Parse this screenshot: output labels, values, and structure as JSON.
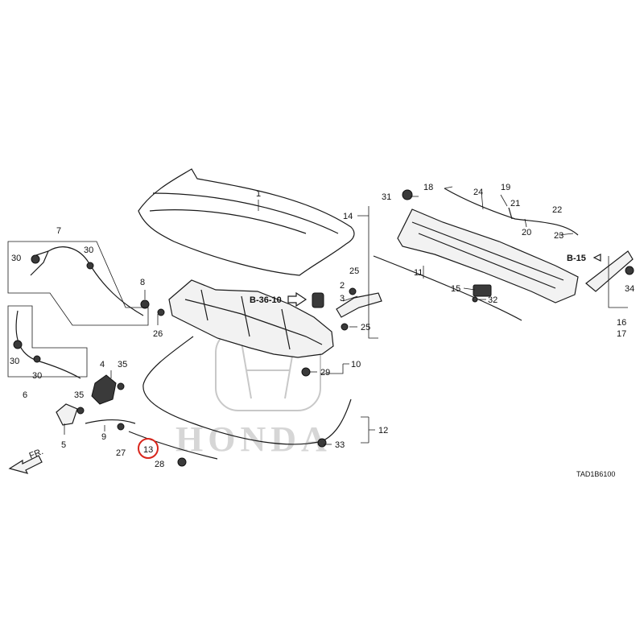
{
  "callouts": {
    "c1": "1",
    "c2": "2",
    "c3": "3",
    "c4": "4",
    "c5": "5",
    "c6": "6",
    "c7": "7",
    "c8": "8",
    "c9": "9",
    "c10": "10",
    "c11": "11",
    "c12": "12",
    "c13": "13",
    "c14": "14",
    "c15": "15",
    "c16": "16",
    "c17": "17",
    "c18": "18",
    "c19": "19",
    "c20": "20",
    "c21": "21",
    "c22": "22",
    "c23": "23",
    "c24": "24",
    "c25": "25",
    "c26": "26",
    "c27": "27",
    "c28": "28",
    "c29": "29",
    "c30": "30",
    "c31": "31",
    "c32": "32",
    "c33": "33",
    "c34": "34",
    "c35": "35"
  },
  "refs": {
    "b3610": "B-36-10",
    "b15": "B-15"
  },
  "front_marker": "FR.",
  "watermark": "HONDA",
  "diagram_code": "TAD1B6100",
  "highlight_color": "#d9261c"
}
